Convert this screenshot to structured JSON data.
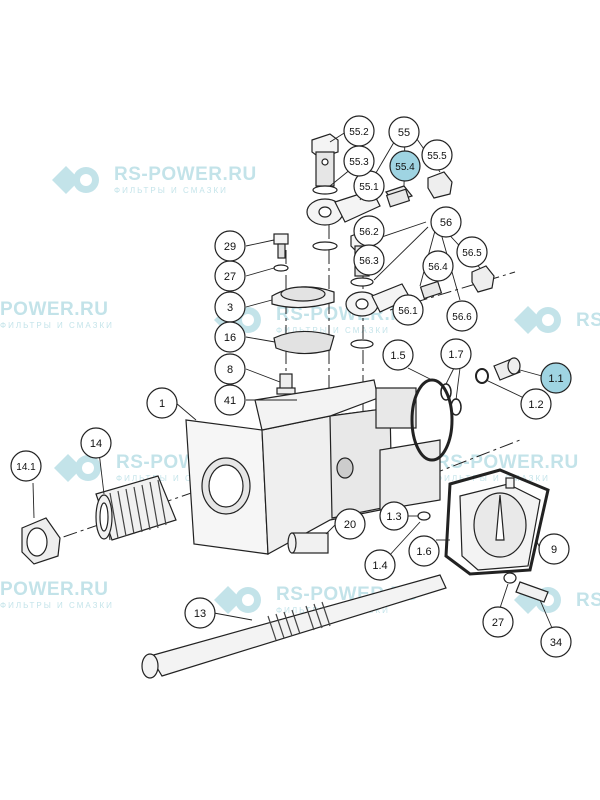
{
  "watermark": {
    "brand": "RS-POWER.RU",
    "brand_partial": "POWER.RU",
    "brand_short": "RS-",
    "tagline": "ФИЛЬТРЫ И СМАЗКИ",
    "color": "#b9dfe6",
    "icon": "rs-power-logo"
  },
  "callouts": [
    {
      "id": "c-1",
      "label": "1"
    },
    {
      "id": "c-1-1",
      "label": "1.1",
      "highlight": true
    },
    {
      "id": "c-1-2",
      "label": "1.2"
    },
    {
      "id": "c-1-3",
      "label": "1.3"
    },
    {
      "id": "c-1-4",
      "label": "1.4"
    },
    {
      "id": "c-1-5",
      "label": "1.5"
    },
    {
      "id": "c-1-6",
      "label": "1.6"
    },
    {
      "id": "c-1-7",
      "label": "1.7"
    },
    {
      "id": "c-3",
      "label": "3"
    },
    {
      "id": "c-8",
      "label": "8"
    },
    {
      "id": "c-9",
      "label": "9"
    },
    {
      "id": "c-13",
      "label": "13"
    },
    {
      "id": "c-14",
      "label": "14"
    },
    {
      "id": "c-14-1",
      "label": "14.1"
    },
    {
      "id": "c-16",
      "label": "16"
    },
    {
      "id": "c-20",
      "label": "20"
    },
    {
      "id": "c-27a",
      "label": "27"
    },
    {
      "id": "c-27b",
      "label": "27"
    },
    {
      "id": "c-29",
      "label": "29"
    },
    {
      "id": "c-34",
      "label": "34"
    },
    {
      "id": "c-41",
      "label": "41"
    },
    {
      "id": "c-55",
      "label": "55"
    },
    {
      "id": "c-55-1",
      "label": "55.1"
    },
    {
      "id": "c-55-2",
      "label": "55.2"
    },
    {
      "id": "c-55-3",
      "label": "55.3"
    },
    {
      "id": "c-55-4",
      "label": "55.4",
      "highlight": true
    },
    {
      "id": "c-55-5",
      "label": "55.5"
    },
    {
      "id": "c-56",
      "label": "56"
    },
    {
      "id": "c-56-1",
      "label": "56.1"
    },
    {
      "id": "c-56-2",
      "label": "56.2"
    },
    {
      "id": "c-56-3",
      "label": "56.3"
    },
    {
      "id": "c-56-4",
      "label": "56.4"
    },
    {
      "id": "c-56-5",
      "label": "56.5"
    },
    {
      "id": "c-56-6",
      "label": "56.6"
    }
  ],
  "colors": {
    "line": "#222222",
    "part_fill": "#f4f4f4",
    "part_shade": "#d9d9d9",
    "highlight": "#9fd4e2"
  }
}
